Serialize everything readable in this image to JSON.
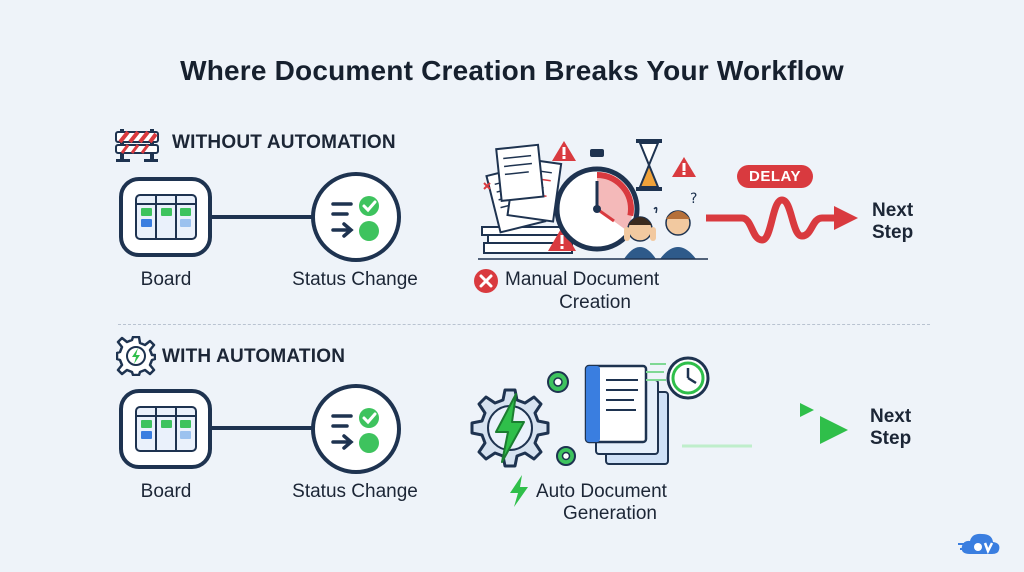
{
  "title": "Where Document Creation Breaks Your Workflow",
  "without": {
    "header": "WITHOUT AUTOMATION",
    "nodes": [
      "Board",
      "Status Change"
    ],
    "problem_line1": "Manual Document",
    "problem_line2": "Creation",
    "delay": "DELAY",
    "next_line1": "Next",
    "next_line2": "Step",
    "icons": [
      "roadblock-icon",
      "board-icon",
      "status-change-icon",
      "paper-pile-icon",
      "stopwatch-icon",
      "hourglass-icon",
      "warning-icon",
      "stressed-people-icon",
      "error-x-icon",
      "wavy-arrow-icon"
    ]
  },
  "with": {
    "header": "WITH AUTOMATION",
    "nodes": [
      "Board",
      "Status Change"
    ],
    "solution_line1": "Auto Document",
    "solution_line2": "Generation",
    "next_line1": "Next",
    "next_line2": "Step",
    "icons": [
      "automation-gear-icon",
      "board-icon",
      "status-change-icon",
      "lightning-gear-icon",
      "documents-stack-icon",
      "clock-icon",
      "lightning-icon",
      "speed-arrow-icon"
    ]
  },
  "colors": {
    "navy": "#1e3350",
    "red": "#d93a3f",
    "green": "#2fbf4a",
    "background": "#eef3f9"
  }
}
